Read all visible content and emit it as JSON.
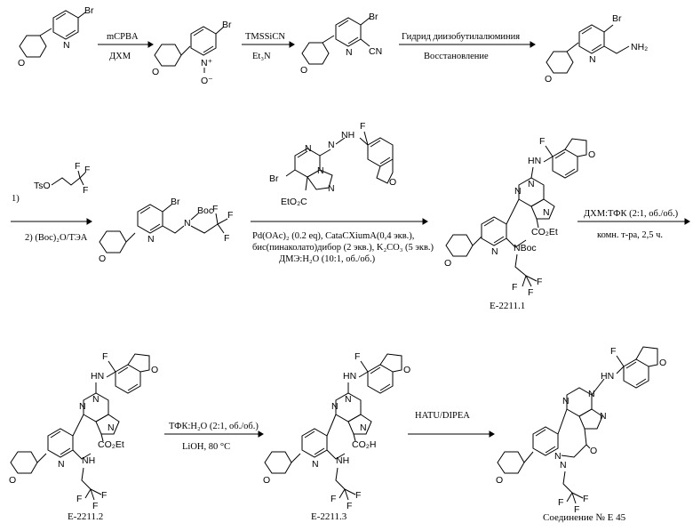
{
  "row1": {
    "step1": {
      "above": "mCPBA",
      "below": "ДХМ"
    },
    "step2": {
      "above": "TMSSiCN",
      "below": "Et₃N"
    },
    "step3": {
      "above": "Гидрид диизобутилалюминия",
      "below": "Восстановление"
    }
  },
  "row2": {
    "step4": {
      "above_prefix": "1)",
      "above_reagent": "TsO",
      "below": "2) (Boc)₂O/ТЭА"
    },
    "step5": {
      "line1": "Pd(OAc)₂ (0.2 eq), CataCXiumA(0,4 экв.),",
      "line2": "бис(пинаколато)дибор (2 экв.), K₂CO₃ (5 экв.)",
      "line3": "ДМЭ:H₂O (10:1, об./об.)"
    },
    "step6": {
      "above": "ДХМ:ТФК (2:1, об./об.)",
      "below": "комн. т-ра, 2,5 ч."
    },
    "label_e22111": "E-2211.1"
  },
  "row3": {
    "step7": {
      "above": "ТФК:H₂O (2:1, об./об.)",
      "below": "LiOH, 80 °C"
    },
    "step8": {
      "above": "HATU/DIPEA"
    },
    "label_e22112": "E-2211.2",
    "label_e22113": "E-2211.3",
    "label_final": "Соединение № E 45"
  },
  "atoms": {
    "Br": "Br",
    "N": "N",
    "O": "O",
    "Ominus": "O⁻",
    "Nplus": "N⁺",
    "CN": "CN",
    "NH2": "NH₂",
    "F": "F",
    "Boc": "Boc",
    "NH": "NH",
    "HN": "HN",
    "EtO2C": "EtO₂C",
    "CO2Et": "CO₂Et",
    "CO2H": "CO₂H",
    "NBoc": "NBoc"
  }
}
